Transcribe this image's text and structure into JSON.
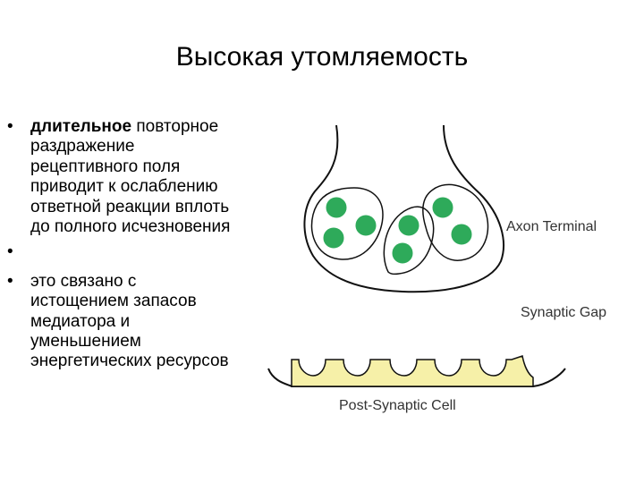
{
  "slide": {
    "title": "Высокая утомляемость",
    "bullets": [
      {
        "bold": "длительное",
        "rest": " повторное",
        "lines": [
          "раздражение",
          "рецептивного поля",
          "приводит к ослаблению",
          "ответной реакции вплоть",
          "до полного исчезновения"
        ]
      },
      {
        "lines": []
      },
      {
        "lines": [
          "это связано с",
          "истощением запасов",
          "медиатора и",
          "уменьшением",
          "энергетических ресурсов"
        ]
      }
    ]
  },
  "diagram": {
    "labels": {
      "axon_terminal": "Axon Terminal",
      "synaptic_gap": "Synaptic Gap",
      "post_synaptic_cell": "Post-Synaptic Cell"
    },
    "colors": {
      "vesicle_fill": "#2eaa5a",
      "receptor_fill": "#f6f0a8",
      "outline": "#111111"
    }
  }
}
